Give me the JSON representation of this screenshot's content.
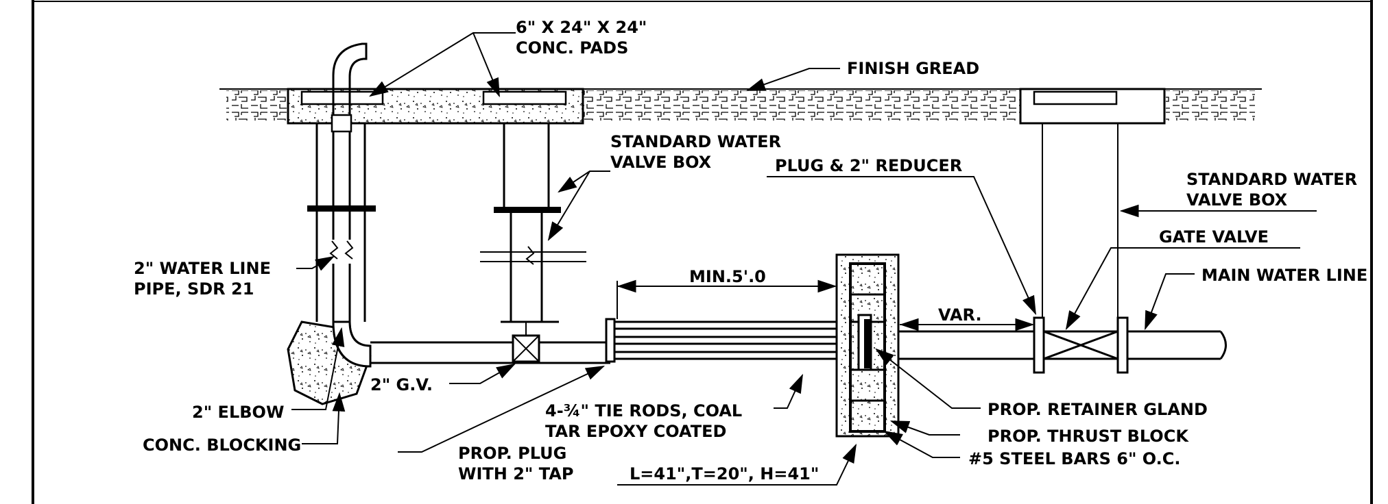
{
  "labels": {
    "conc_pads_1": "6\" X 24\" X 24\"",
    "conc_pads_2": "CONC. PADS",
    "finish_grade": "FINISH GREAD",
    "valve_box_left_1": "STANDARD WATER",
    "valve_box_left_2": "VALVE BOX",
    "plug_reducer": "PLUG & 2\" REDUCER",
    "valve_box_right_1": "STANDARD WATER",
    "valve_box_right_2": "VALVE BOX",
    "gate_valve": "GATE VALVE",
    "main_water_line": "MAIN WATER LINE",
    "water_line_1": "2\" WATER LINE",
    "water_line_2": "PIPE, SDR 21",
    "min_dim": "MIN.5'.0",
    "var": "VAR.",
    "gv": "2\" G.V.",
    "elbow": "2\" ELBOW",
    "conc_blocking": "CONC. BLOCKING",
    "tie_rods_1": "4-¾\" TIE RODS, COAL",
    "tie_rods_2": "TAR EPOXY COATED",
    "retainer_gland": "PROP. RETAINER GLAND",
    "thrust_block": "PROP. THRUST BLOCK",
    "steel_bars": "#5 STEEL BARS 6\" O.C.",
    "prop_plug_1": "PROP. PLUG",
    "prop_plug_2": "WITH 2\" TAP",
    "block_dims": "L=41\",T=20\", H=41\""
  }
}
